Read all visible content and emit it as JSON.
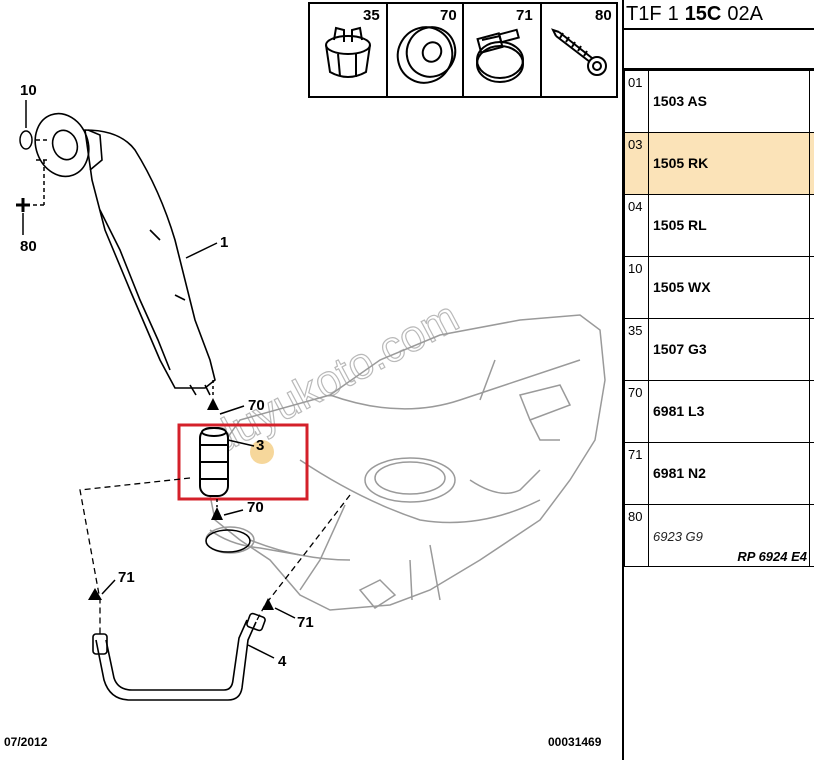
{
  "header": {
    "code_parts": [
      "T1F",
      "1",
      "15C",
      "02A"
    ]
  },
  "diagram": {
    "callouts": {
      "c10": "10",
      "c80": "80",
      "c1": "1",
      "c70_top": "70",
      "c3": "3",
      "c70_bottom": "70",
      "c71_left": "71",
      "c71_right": "71",
      "c4": "4"
    },
    "thumbnails": [
      "35",
      "70",
      "71",
      "80"
    ],
    "watermark": "duyukoto.com",
    "date": "07/2012",
    "drawing_number": "00031469"
  },
  "parts_table": {
    "rows": [
      {
        "ref": "01",
        "part": "1503 AS",
        "selected": false
      },
      {
        "ref": "03",
        "part": "1505 RK",
        "selected": true
      },
      {
        "ref": "04",
        "part": "1505 RL",
        "selected": false
      },
      {
        "ref": "10",
        "part": "1505 WX",
        "selected": false
      },
      {
        "ref": "35",
        "part": "1507 G3",
        "selected": false
      },
      {
        "ref": "70",
        "part": "6981 L3",
        "selected": false
      },
      {
        "ref": "71",
        "part": "6981 N2",
        "selected": false
      },
      {
        "ref": "80",
        "part": "6923 G9",
        "sub": "RP 6924 E4",
        "selected": false,
        "italic": true
      }
    ]
  },
  "colors": {
    "highlight_box": "#d4202a",
    "selected_row": "#fbe3b8",
    "callout_badge": "#f3c97a"
  }
}
